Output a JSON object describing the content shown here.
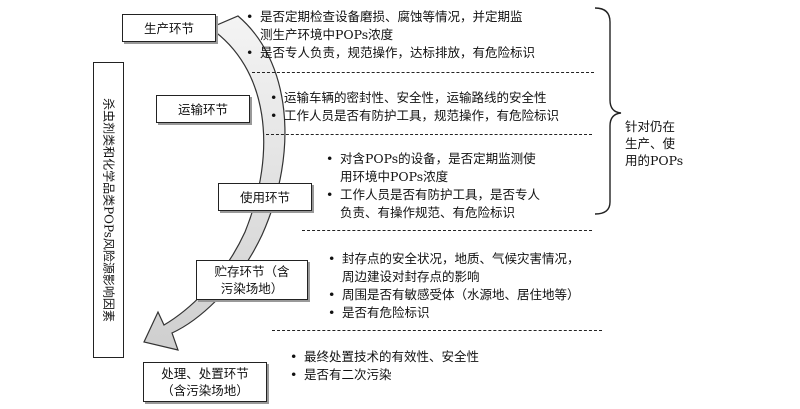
{
  "side_label": "杀虫剂类和化学品类POPs风险源影响因素",
  "summary": [
    "针对仍在",
    "生产、使",
    "用的POPs"
  ],
  "stages": [
    {
      "id": "production",
      "label": [
        "生产环节"
      ],
      "bullets": [
        [
          "是否定期检查设备磨损、腐蚀等情况，并定期监",
          "测生产环境中POPs浓度"
        ],
        [
          "是否专人负责，规范操作，达标排放，有危险标识"
        ]
      ]
    },
    {
      "id": "transport",
      "label": [
        "运输环节"
      ],
      "bullets": [
        [
          "运输车辆的密封性、安全性，运输路线的安全性"
        ],
        [
          "工作人员是否有防护工具，规范操作，有危险标识"
        ]
      ]
    },
    {
      "id": "usage",
      "label": [
        "使用环节"
      ],
      "bullets": [
        [
          "对含POPs的设备，是否定期监测使",
          "用环境中POPs浓度"
        ],
        [
          "工作人员是否有防护工具，是否专人",
          "负责、有操作规范、有危险标识"
        ]
      ]
    },
    {
      "id": "storage",
      "label": [
        "贮存环节（含",
        "污染场地）"
      ],
      "bullets": [
        [
          "封存点的安全状况，地质、气候灾害情况，",
          "周边建设对封存点的影响"
        ],
        [
          "周围是否有敏感受体（水源地、居住地等）"
        ],
        [
          "是否有危险标识"
        ]
      ]
    },
    {
      "id": "disposal",
      "label": [
        "处理、处置环节",
        "（含污染场地）"
      ],
      "bullets": [
        [
          "最终处置技术的有效性、安全性"
        ],
        [
          "是否有二次污染"
        ]
      ]
    }
  ]
}
